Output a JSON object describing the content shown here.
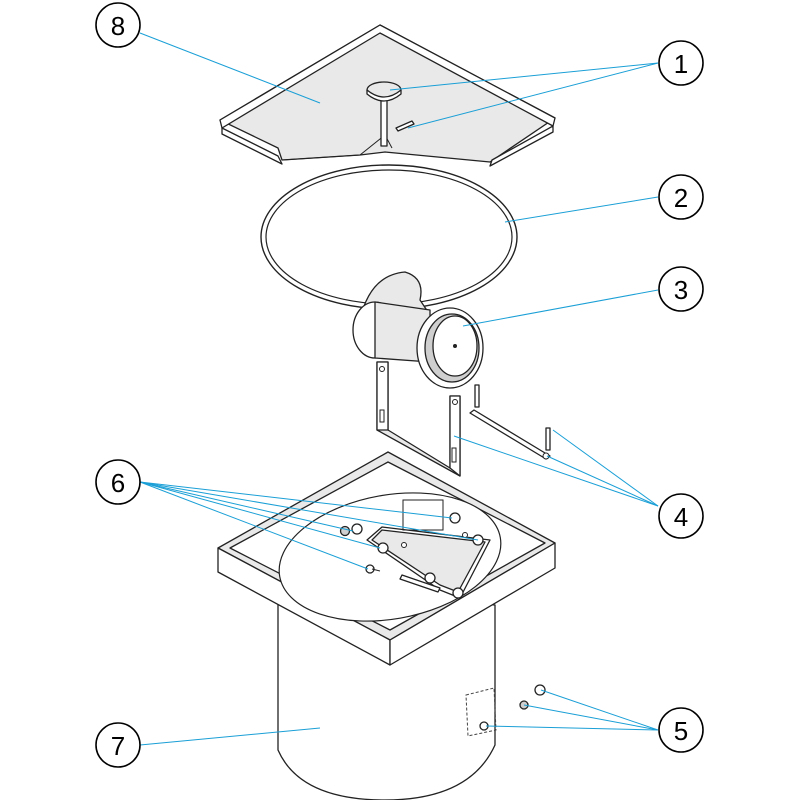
{
  "callouts": [
    {
      "id": "1",
      "label": "1"
    },
    {
      "id": "2",
      "label": "2"
    },
    {
      "id": "3",
      "label": "3"
    },
    {
      "id": "4",
      "label": "4"
    },
    {
      "id": "5",
      "label": "5"
    },
    {
      "id": "6",
      "label": "6"
    },
    {
      "id": "7",
      "label": "7"
    },
    {
      "id": "8",
      "label": "8"
    }
  ],
  "colors": {
    "leader": "#1a9fd6",
    "outline": "#222222",
    "fill": "#e9e9e9"
  }
}
